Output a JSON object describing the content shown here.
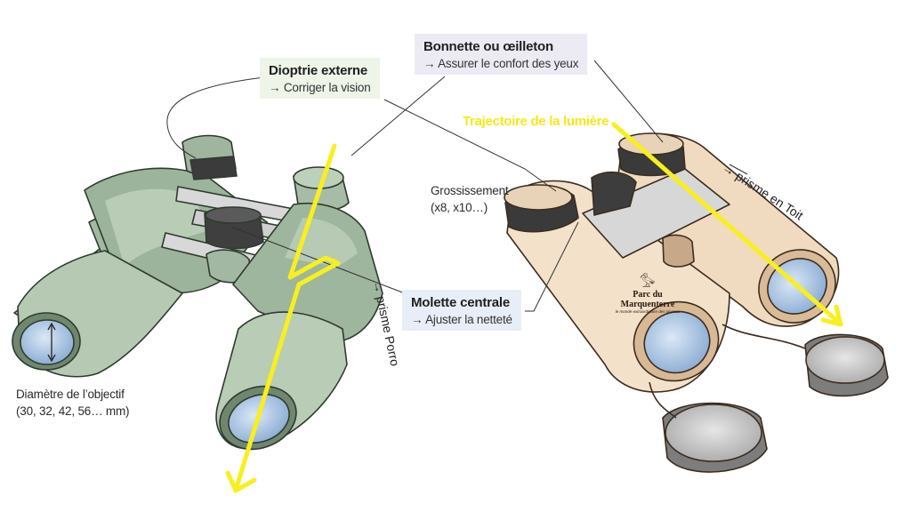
{
  "colors": {
    "porro_body": "#a9bfa8",
    "porro_shadow": "#7f9a80",
    "roof_body": "#f1ddc4",
    "roof_shadow": "#d9b994",
    "lens_blue": "#aac3e0",
    "light_path": "#f8ef1e",
    "box_green": "#eef4e8",
    "box_lilac": "#ecebf4",
    "box_blue": "#e8eef7"
  },
  "labels": {
    "dioptrie": {
      "title": "Dioptrie externe",
      "subtitle": "→ Corriger la vision"
    },
    "bonnette": {
      "title": "Bonnette ou œilleton",
      "subtitle": "→ Assurer le confort des yeux"
    },
    "molette": {
      "title": "Molette centrale",
      "subtitle": "→ Ajuster la netteté"
    },
    "trajectoire": "Trajectoire de la lumière",
    "grossissement": [
      "Grossissement",
      "(x8, x10…)"
    ],
    "diametre": [
      "Diamètre de l’objectif",
      "(30, 32, 42, 56… mm)"
    ],
    "prisme_porro": "→ prisme Porro",
    "prisme_toit": "→ prisme en Toit"
  },
  "logo": {
    "line1": "Parc du",
    "line2": "Marquenterre",
    "tagline": "le monde extraordinaire des oiseaux"
  }
}
